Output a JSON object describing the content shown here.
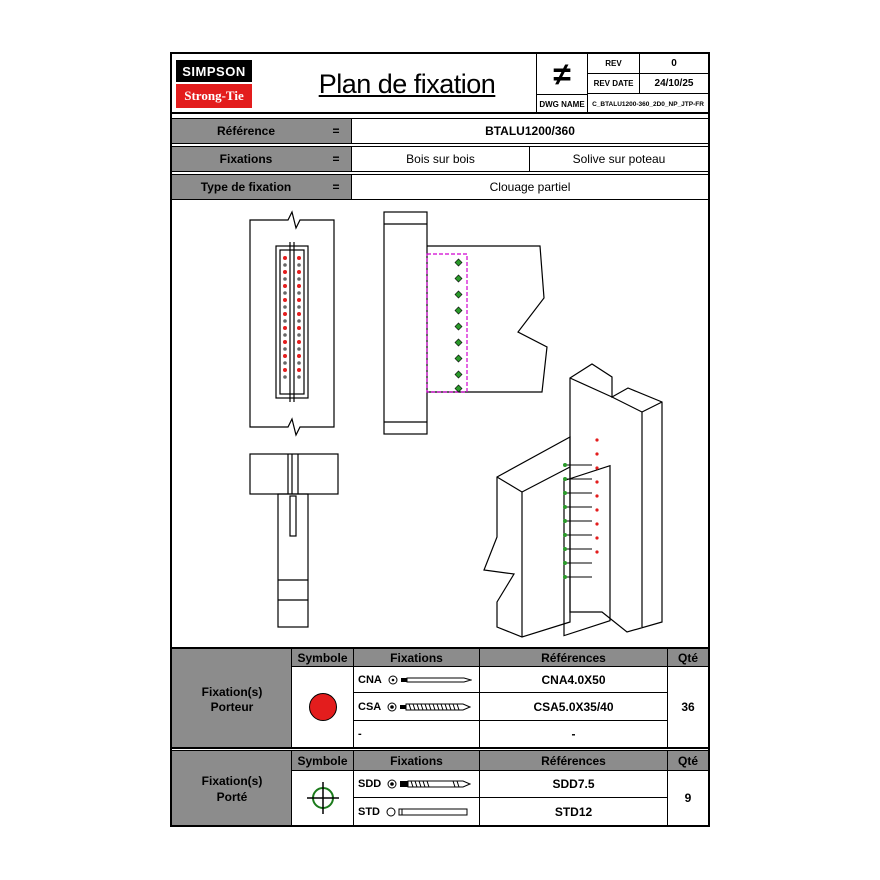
{
  "header": {
    "logo_line1": "SIMPSON",
    "logo_line2": "Strong-Tie",
    "title": "Plan de fixation",
    "not_equal_symbol": "≠",
    "rev_label": "REV",
    "rev_value": "0",
    "rev_date_label": "REV DATE",
    "rev_date_value": "24/10/25",
    "dwg_name_label": "DWG NAME",
    "dwg_name_value": "C_BTALU1200-360_2D0_NP_JTP-FR"
  },
  "info": {
    "reference_label": "Référence",
    "reference_value": "BTALU1200/360",
    "fixations_label": "Fixations",
    "fixations_value_1": "Bois sur bois",
    "fixations_value_2": "Solive sur poteau",
    "type_label": "Type de fixation",
    "type_value": "Clouage partiel",
    "equals": "="
  },
  "porteur": {
    "section_label_line1": "Fixation(s)",
    "section_label_line2": "Porteur",
    "symbol_header": "Symbole",
    "fixations_header": "Fixations",
    "references_header": "Références",
    "qty_header": "Qté",
    "rows": [
      {
        "code": "CNA",
        "reference": "CNA4.0X50"
      },
      {
        "code": "CSA",
        "reference": "CSA5.0X35/40"
      },
      {
        "code": "-",
        "reference": "-"
      }
    ],
    "quantity": "36",
    "symbol_color": "#e31d1d"
  },
  "porte": {
    "section_label_line1": "Fixation(s)",
    "section_label_line2": "Porté",
    "symbol_header": "Symbole",
    "fixations_header": "Fixations",
    "references_header": "Références",
    "qty_header": "Qté",
    "rows": [
      {
        "code": "SDD",
        "reference": "SDD7.5"
      },
      {
        "code": "STD",
        "reference": "STD12"
      }
    ],
    "quantity": "9",
    "symbol_color": "#1a7a1a"
  }
}
